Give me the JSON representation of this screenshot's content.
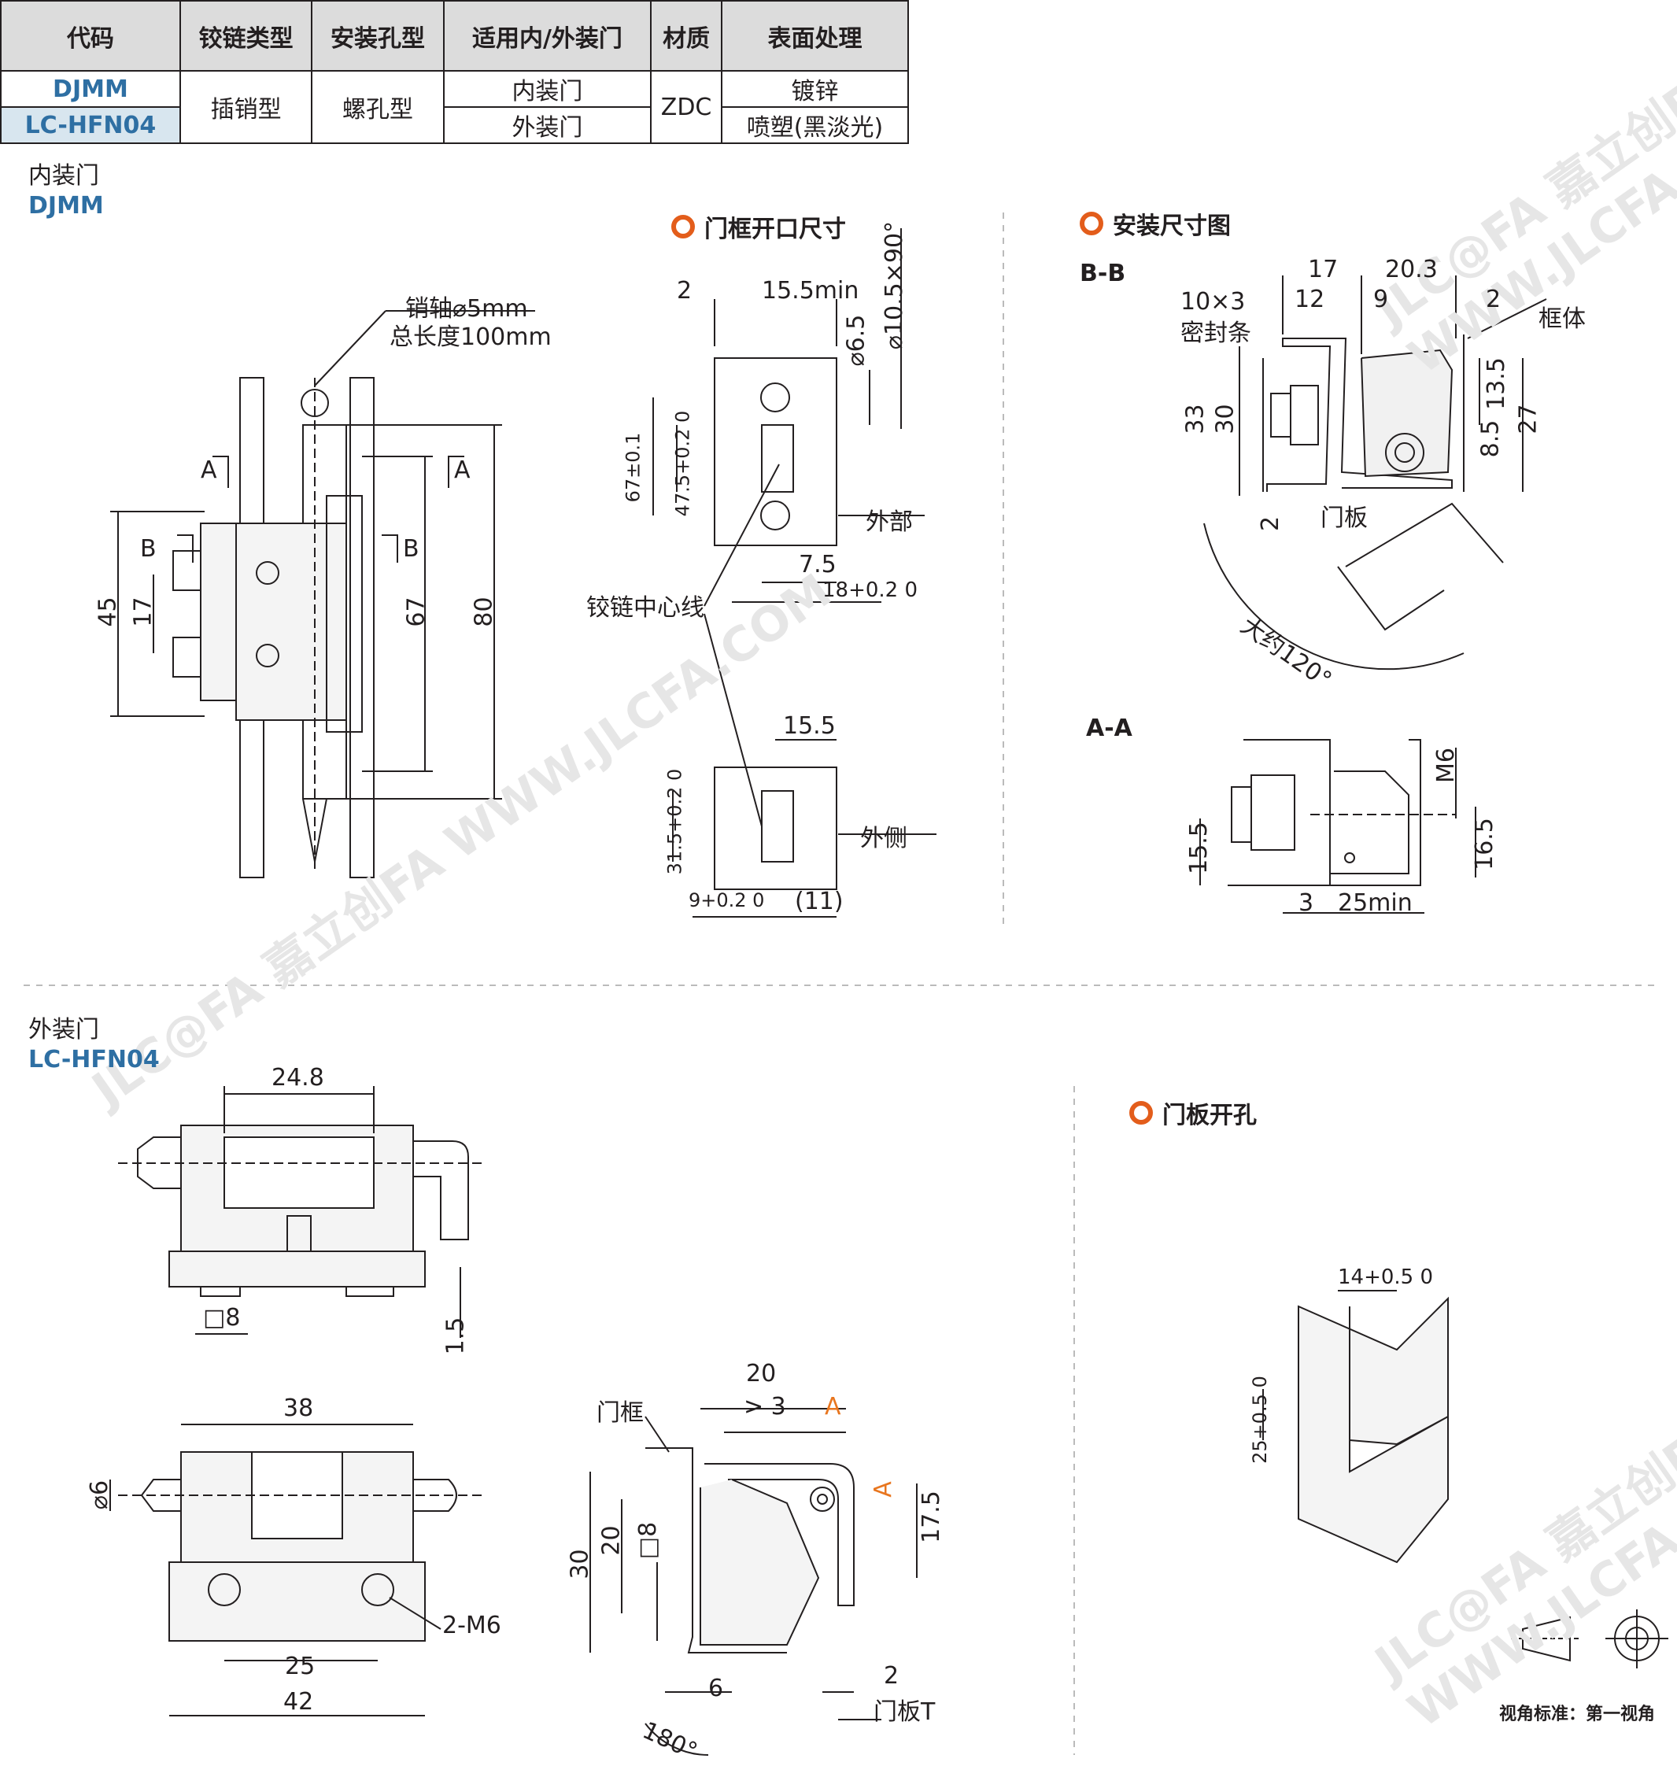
{
  "table": {
    "headers": [
      "代码",
      "铰链类型",
      "安装孔型",
      "适用内/外装门",
      "材质",
      "表面处理"
    ],
    "rows": [
      {
        "code": "DJMM",
        "type": "插销型",
        "hole": "螺孔型",
        "door": "内装门",
        "material": "ZDC",
        "finish": "镀锌"
      },
      {
        "code": "LC-HFN04",
        "door": "外装门",
        "finish": "喷塑(黑淡光)"
      }
    ]
  },
  "inner": {
    "title": "内装门",
    "model": "DJMM",
    "pin_note": "销轴⌀5mm",
    "len_note": "总长度100mm",
    "dims": {
      "d45": "45",
      "d17": "17",
      "d67": "67",
      "d80": "80",
      "A": "A",
      "B": "B"
    }
  },
  "frame_opening": {
    "title": "门框开口尺寸",
    "d2": "2",
    "d155min": "15.5min",
    "d65": "⌀6.5",
    "d105": "⌀10.5×90°",
    "d67": "67±0.1",
    "d475": "47.5+0.2 0",
    "outside": "外部",
    "d75": "7.5",
    "d18": "18+0.2 0",
    "center": "铰链中心线",
    "d155": "15.5",
    "d315": "31.5+0.2 0",
    "outer": "外侧",
    "d9": "9+0.2 0",
    "d11": "(11)"
  },
  "install": {
    "title": "安装尺寸图",
    "bb": "B-B",
    "aa": "A-A",
    "d17": "17",
    "d203": "20.3",
    "d12": "12",
    "d9": "9",
    "d2": "2",
    "seal_size": "10×3",
    "seal": "密封条",
    "frame": "框体",
    "d33": "33",
    "d30": "30",
    "d135": "13.5",
    "d85": "8.5",
    "d27": "27",
    "d2b": "2",
    "door": "门板",
    "angle": "大约120°",
    "m6": "M6",
    "d155": "15.5",
    "d165": "16.5",
    "d3": "3",
    "d25min": "25min"
  },
  "outer": {
    "title": "外装门",
    "model": "LC-HFN04",
    "d248": "24.8",
    "sq8": "□8",
    "d15": "1.5",
    "d38": "38",
    "phi6": "⌀6",
    "m6": "2-M6",
    "d25": "25",
    "d42": "42",
    "s20": "20",
    "s3": "> 3",
    "A": "A",
    "frame": "门框",
    "s30": "30",
    "s20b": "20",
    "ssq8": "□8",
    "s175": "17.5",
    "s6": "6",
    "s2": "2",
    "doorT": "门板T",
    "s180": "180°"
  },
  "cutout": {
    "title": "门板开孔",
    "d14": "14+0.5 0",
    "d25": "25+0.5 0"
  },
  "footer": "视角标准：第一视角",
  "watermark": "JLC@FA 嘉立创FA WWW.JLCFA.COM"
}
